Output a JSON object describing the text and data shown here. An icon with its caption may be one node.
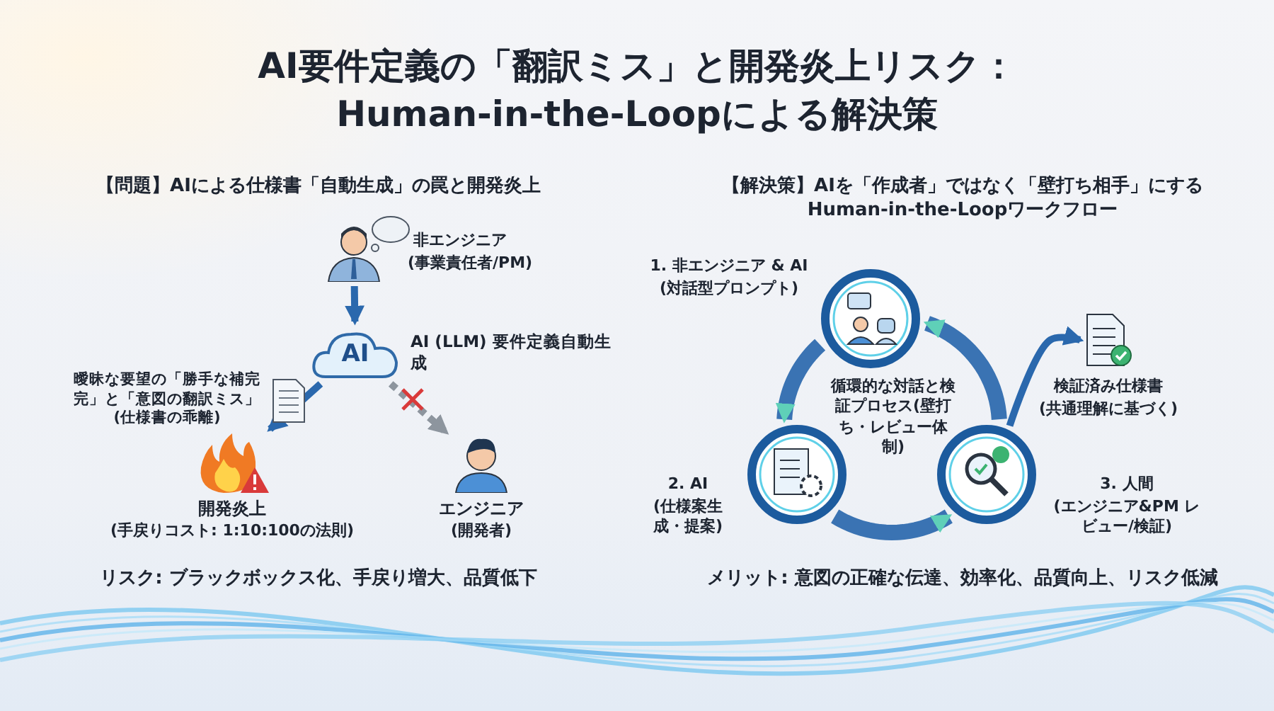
{
  "diagram": {
    "title": "AI要件定義の「翻訳ミス」と開発炎上リスク： Human-in-the-Loopによる解決策",
    "nodes": [
      {
        "text": [
          "非エンジニア",
          "(事業責任者/PM)"
        ]
      },
      {
        "text": [
          "AI"
        ],
        "beside": [
          "AI (LLM) 要件定義自動生成"
        ]
      },
      {
        "text": [
          "開発炎上",
          "(手戻りコスト: 1:10:100の法則)"
        ]
      },
      {
        "text": [
          "エンジニア",
          "(開発者)"
        ]
      },
      {
        "text": [
          "1. 非エンジニア & AI",
          "(対話型プロンプト)"
        ]
      },
      {
        "text": [
          "2. AI",
          "(仕様案生成・提案)"
        ]
      },
      {
        "text": [
          "3. 人間",
          "(エンジニア&PM レビュー/検証)"
        ]
      },
      {
        "text": [
          "検証済み仕様書",
          "(共通理解に基づく)"
        ]
      }
    ],
    "edges": [
      {
        "from": 0,
        "to": 1,
        "arrow": "to"
      },
      {
        "from": 1,
        "to": 2,
        "arrow": "to"
      },
      {
        "from": 1,
        "to": 3,
        "arrow": "to",
        "style": "dashed",
        "color": "#8d959e"
      },
      {
        "from": 4,
        "to": 5,
        "arrow": "to",
        "style": "thick"
      },
      {
        "from": 5,
        "to": 6,
        "arrow": "to",
        "style": "thick"
      },
      {
        "from": 6,
        "to": 4,
        "arrow": "to",
        "style": "thick"
      },
      {
        "from": 6,
        "to": 7,
        "arrow": "to"
      }
    ],
    "labels": [
      "【問題】AIによる仕様書「自動生成」の罠と開発炎上",
      "【解決策】AIを「作成者」ではなく「壁打ち相手」にする Human-in-the-Loopワークフロー",
      "曖昧な要望の「勝手な補完完」と「意図の翻訳ミス」(仕様書の乖離)",
      "循環的な対話と検証プロセス(壁打ち・レビュー体制)",
      "リスク: ブラックボックス化、手戻り増大、品質低下",
      "メリット: 意図の正確な伝達、効率化、品質向上、リスク低減"
    ]
  }
}
